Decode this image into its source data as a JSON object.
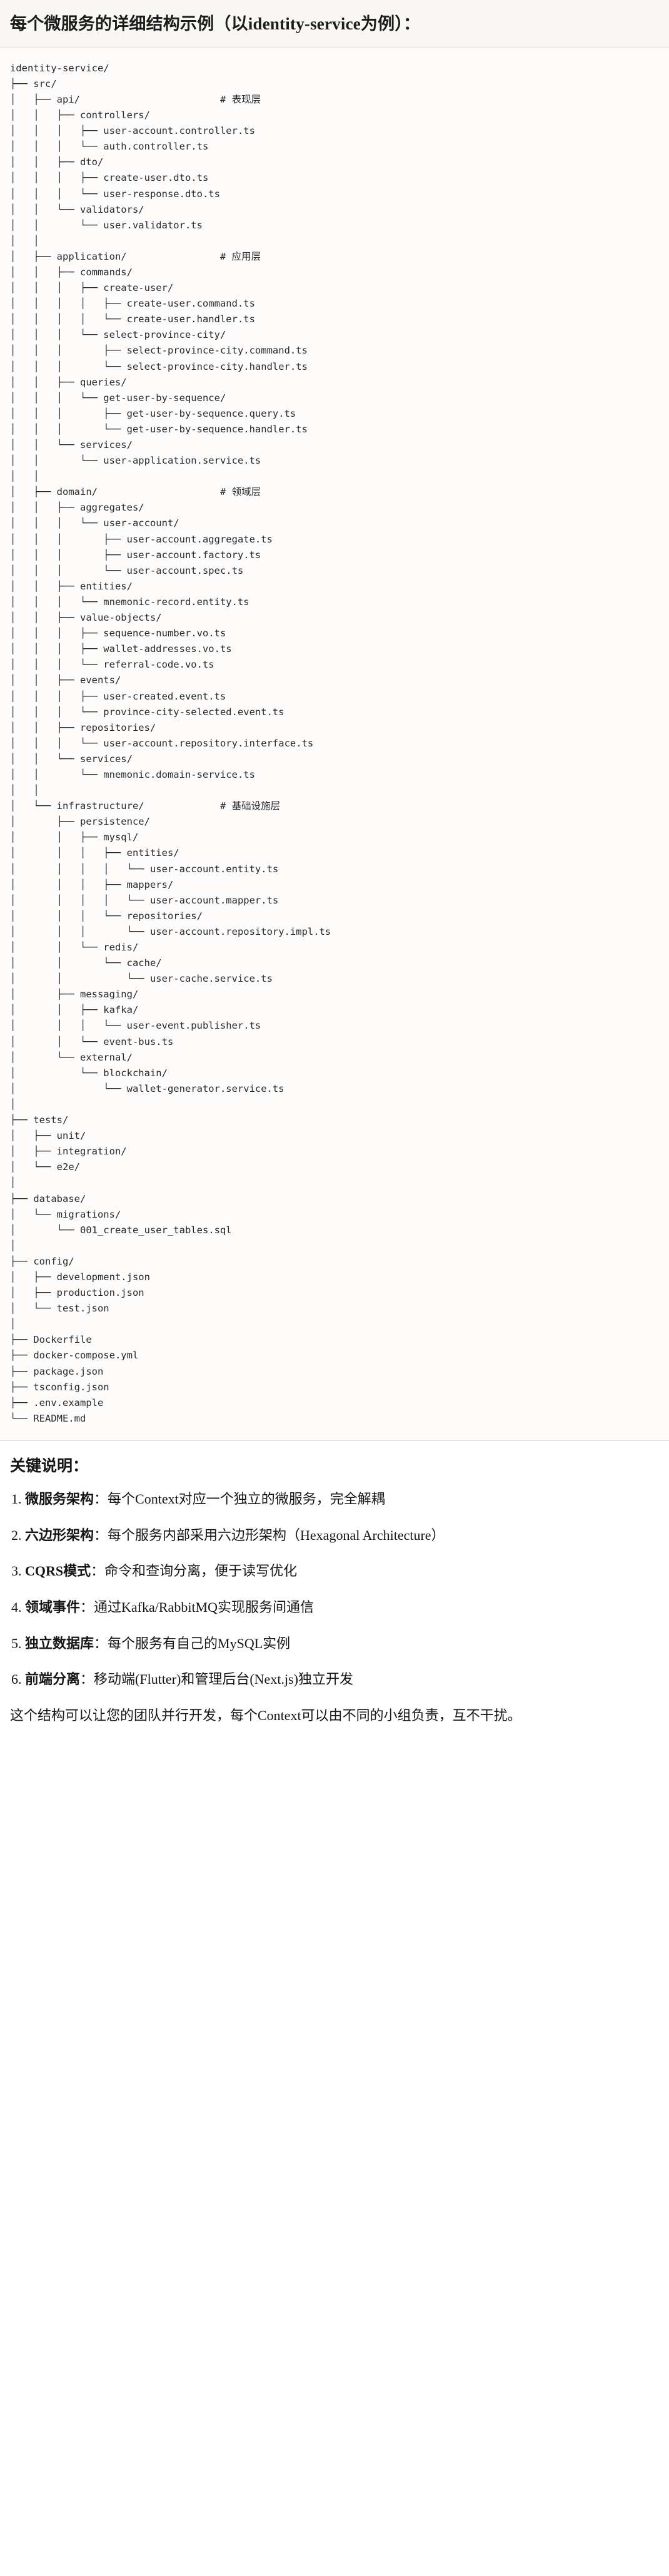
{
  "header": {
    "title": "每个微服务的详细结构示例（以identity-service为例）："
  },
  "tree": {
    "root": "identity-service/",
    "text": "identity-service/\n├── src/\n│   ├── api/                        # 表现层\n│   │   ├── controllers/\n│   │   │   ├── user-account.controller.ts\n│   │   │   └── auth.controller.ts\n│   │   ├── dto/\n│   │   │   ├── create-user.dto.ts\n│   │   │   └── user-response.dto.ts\n│   │   └── validators/\n│   │       └── user.validator.ts\n│   │\n│   ├── application/                # 应用层\n│   │   ├── commands/\n│   │   │   ├── create-user/\n│   │   │   │   ├── create-user.command.ts\n│   │   │   │   └── create-user.handler.ts\n│   │   │   └── select-province-city/\n│   │   │       ├── select-province-city.command.ts\n│   │   │       └── select-province-city.handler.ts\n│   │   ├── queries/\n│   │   │   └── get-user-by-sequence/\n│   │   │       ├── get-user-by-sequence.query.ts\n│   │   │       └── get-user-by-sequence.handler.ts\n│   │   └── services/\n│   │       └── user-application.service.ts\n│   │\n│   ├── domain/                     # 领域层\n│   │   ├── aggregates/\n│   │   │   └── user-account/\n│   │   │       ├── user-account.aggregate.ts\n│   │   │       ├── user-account.factory.ts\n│   │   │       └── user-account.spec.ts\n│   │   ├── entities/\n│   │   │   └── mnemonic-record.entity.ts\n│   │   ├── value-objects/\n│   │   │   ├── sequence-number.vo.ts\n│   │   │   ├── wallet-addresses.vo.ts\n│   │   │   └── referral-code.vo.ts\n│   │   ├── events/\n│   │   │   ├── user-created.event.ts\n│   │   │   └── province-city-selected.event.ts\n│   │   ├── repositories/\n│   │   │   └── user-account.repository.interface.ts\n│   │   └── services/\n│   │       └── mnemonic.domain-service.ts\n│   │\n│   └── infrastructure/             # 基础设施层\n│       ├── persistence/\n│       │   ├── mysql/\n│       │   │   ├── entities/\n│       │   │   │   └── user-account.entity.ts\n│       │   │   ├── mappers/\n│       │   │   │   └── user-account.mapper.ts\n│       │   │   └── repositories/\n│       │   │       └── user-account.repository.impl.ts\n│       │   └── redis/\n│       │       └── cache/\n│       │           └── user-cache.service.ts\n│       ├── messaging/\n│       │   ├── kafka/\n│       │   │   └── user-event.publisher.ts\n│       │   └── event-bus.ts\n│       └── external/\n│           └── blockchain/\n│               └── wallet-generator.service.ts\n│\n├── tests/\n│   ├── unit/\n│   ├── integration/\n│   └── e2e/\n│\n├── database/\n│   └── migrations/\n│       └── 001_create_user_tables.sql\n│\n├── config/\n│   ├── development.json\n│   ├── production.json\n│   └── test.json\n│\n├── Dockerfile\n├── docker-compose.yml\n├── package.json\n├── tsconfig.json\n├── .env.example\n└── README.md"
  },
  "notes": {
    "heading": "关键说明：",
    "items": [
      {
        "num": "1.",
        "term": "微服务架构",
        "sep": "：",
        "desc": "每个Context对应一个独立的微服务，完全解耦"
      },
      {
        "num": "2.",
        "term": "六边形架构",
        "sep": "：",
        "desc": "每个服务内部采用六边形架构（Hexagonal Architecture）"
      },
      {
        "num": "3.",
        "term": "CQRS模式",
        "sep": "：",
        "desc": "命令和查询分离，便于读写优化"
      },
      {
        "num": "4.",
        "term": "领域事件",
        "sep": "：",
        "desc": "通过Kafka/RabbitMQ实现服务间通信"
      },
      {
        "num": "5.",
        "term": "独立数据库",
        "sep": "：",
        "desc": "每个服务有自己的MySQL实例"
      },
      {
        "num": "6.",
        "term": "前端分离",
        "sep": "：",
        "desc": "移动端(Flutter)和管理后台(Next.js)独立开发"
      }
    ],
    "footer": "这个结构可以让您的团队并行开发，每个Context可以由不同的小组负责，互不干扰。"
  },
  "colors": {
    "header_bg": "#f8f7f4",
    "code_bg": "#fdfcfa",
    "border": "#dcdad4",
    "text": "#161616",
    "code_text": "#24292e"
  }
}
